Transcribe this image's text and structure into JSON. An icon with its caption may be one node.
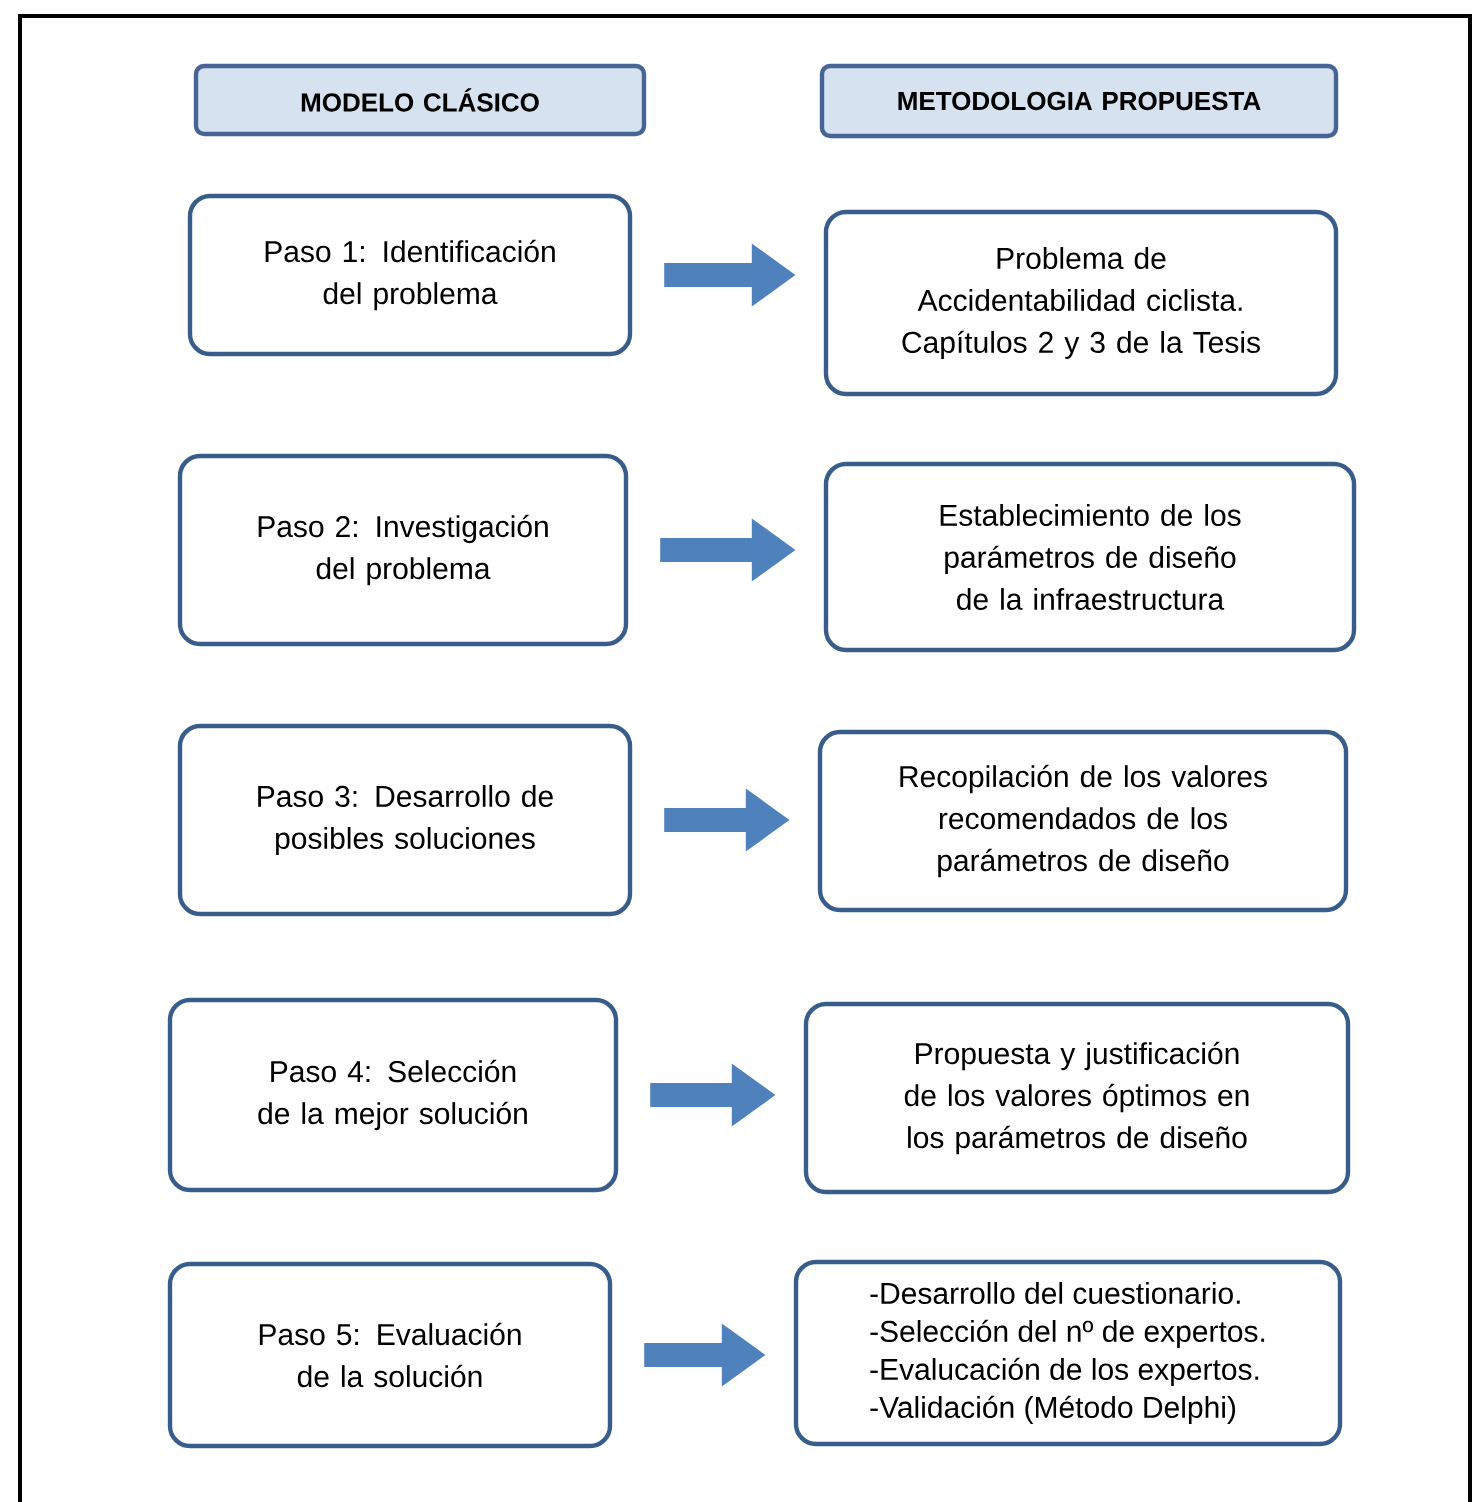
{
  "diagram": {
    "nodes": [
      {
        "text": [
          "MODELO CLÁSICO"
        ]
      },
      {
        "text": [
          "METODOLOGIA PROPUESTA"
        ]
      },
      {
        "text": [
          "Paso 1: Identificación del problema"
        ]
      },
      {
        "text": [
          "Problema de Accidentabilidad ciclista.",
          "Capítulos 2 y 3 de la Tesis"
        ]
      },
      {
        "text": [
          "Paso 2: Investigación del problema"
        ]
      },
      {
        "text": [
          "Establecimiento de los parámetros de diseño de la infraestructura"
        ]
      },
      {
        "text": [
          "Paso 3: Desarrollo de posibles soluciones"
        ]
      },
      {
        "text": [
          "Recopilación de los valores recomendados de los parámetros  de diseño"
        ]
      },
      {
        "text": [
          "Paso 4: Selección de la mejor solución"
        ]
      },
      {
        "text": [
          "Propuesta y justificación de los valores óptimos en los parámetros de diseño"
        ]
      },
      {
        "text": [
          "Paso 5: Evaluación de la solución"
        ]
      },
      {
        "text": [
          "-Desarrollo  del cuestionario.",
          "-Selección del nº de expertos.",
          "-Evalucación de los expertos.",
          "-Validación  (Método Delphi)"
        ]
      }
    ],
    "edges": [
      {
        "from": 2,
        "to": 3,
        "arrow": "to"
      },
      {
        "from": 4,
        "to": 5,
        "arrow": "to"
      },
      {
        "from": 6,
        "to": 7,
        "arrow": "to"
      },
      {
        "from": 8,
        "to": 9,
        "arrow": "to"
      },
      {
        "from": 10,
        "to": 11,
        "arrow": "to"
      }
    ]
  }
}
